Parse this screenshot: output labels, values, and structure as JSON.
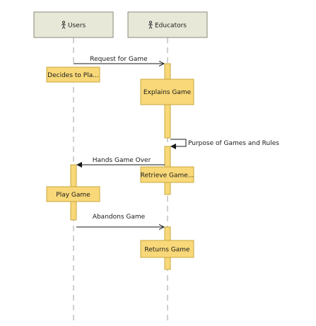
{
  "diagram": {
    "participants": [
      {
        "id": "users",
        "label": "Users",
        "icon": "actor-icon"
      },
      {
        "id": "educators",
        "label": "Educators",
        "icon": "actor-icon"
      }
    ],
    "notes": [
      {
        "id": "decides",
        "label": "Decides to Pla..."
      },
      {
        "id": "explains",
        "label": "Explains Game"
      },
      {
        "id": "retrieve",
        "label": "Retrieve Game..."
      },
      {
        "id": "play",
        "label": "Play Game"
      },
      {
        "id": "returns",
        "label": "Returns Game"
      }
    ],
    "messages": [
      {
        "id": "request",
        "label": "Request for Game",
        "from": "Users",
        "to": "Educators"
      },
      {
        "id": "purpose",
        "label": "Purpose of Games and Rules",
        "from": "Educators",
        "to": "Educators"
      },
      {
        "id": "hands",
        "label": "Hands Game Over",
        "from": "Educators",
        "to": "Users"
      },
      {
        "id": "abandons",
        "label": "Abandons Game",
        "from": "Users",
        "to": "Educators"
      }
    ],
    "colors": {
      "header_fill": "#e8e8d8",
      "header_stroke": "#8a8a7a",
      "box_fill": "#f8d878",
      "box_stroke": "#c8a840",
      "line": "#1a1a1a"
    }
  }
}
